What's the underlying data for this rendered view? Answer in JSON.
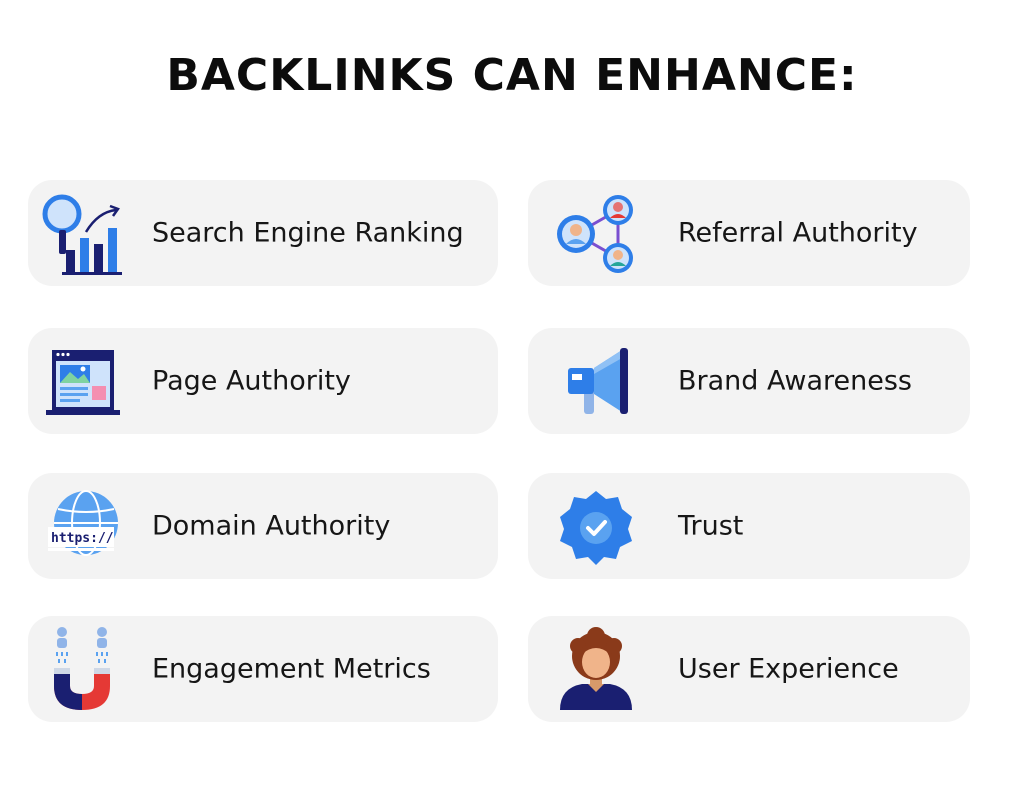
{
  "title": "BACKLINKS CAN ENHANCE:",
  "colors": {
    "card_background": "#f3f3f3",
    "icon_navy": "#1a1f71",
    "icon_blue": "#2e7ee8",
    "icon_light_blue": "#5aa2f0",
    "accent_red": "#e53935"
  },
  "items": [
    {
      "label": "Search Engine Ranking",
      "icon": "search-ranking-icon"
    },
    {
      "label": "Referral Authority",
      "icon": "network-people-icon"
    },
    {
      "label": "Page Authority",
      "icon": "web-page-icon"
    },
    {
      "label": "Brand Awareness",
      "icon": "megaphone-icon"
    },
    {
      "label": "Domain Authority",
      "icon": "globe-https-icon"
    },
    {
      "label": "Trust",
      "icon": "verified-badge-icon"
    },
    {
      "label": "Engagement Metrics",
      "icon": "magnet-users-icon"
    },
    {
      "label": "User Experience",
      "icon": "user-avatar-icon"
    }
  ],
  "icon_text": {
    "https": "https://"
  }
}
